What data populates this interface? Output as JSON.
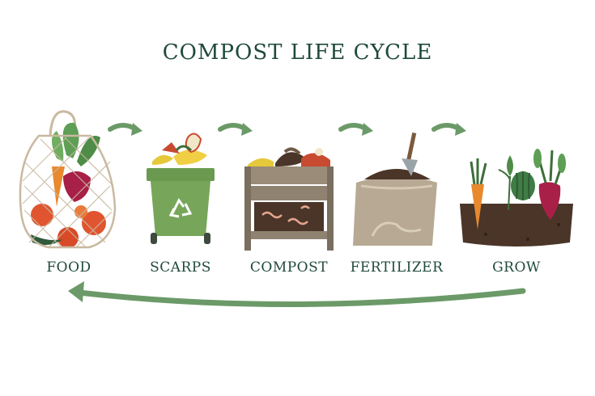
{
  "title": "COMPOST LIFE CYCLE",
  "stages": [
    {
      "label": "FOOD"
    },
    {
      "label": "SCARPS"
    },
    {
      "label": "COMPOST"
    },
    {
      "label": "FERTILIZER"
    },
    {
      "label": "GROW"
    }
  ],
  "colors": {
    "title": "#1f4a3a",
    "arrow": "#6b9a68",
    "bin": "#77a65a",
    "crate": "#8f8271",
    "sack": "#b7a993",
    "soil": "#4a3528",
    "carrot": "#e8892e",
    "beet": "#a81f47",
    "tomato": "#e0552f"
  },
  "icons": [
    "mesh-bag-icon",
    "recycle-bin-icon",
    "compost-crate-icon",
    "fertilizer-sack-icon",
    "garden-soil-icon"
  ]
}
